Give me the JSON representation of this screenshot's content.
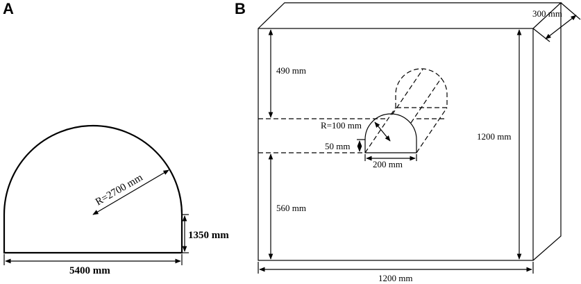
{
  "panel_a": {
    "label": "A",
    "radius_label": "R=2700 mm",
    "height_label": "1350 mm",
    "width_label": "5400 mm"
  },
  "panel_b": {
    "label": "B",
    "depth_label": "300 mm",
    "top_label": "490 mm",
    "radius_label": "R=100 mm",
    "wall_label": "50 mm",
    "opening_width_label": "200 mm",
    "height_label": "1200 mm",
    "bottom_label": "560 mm",
    "width_label": "1200 mm"
  }
}
